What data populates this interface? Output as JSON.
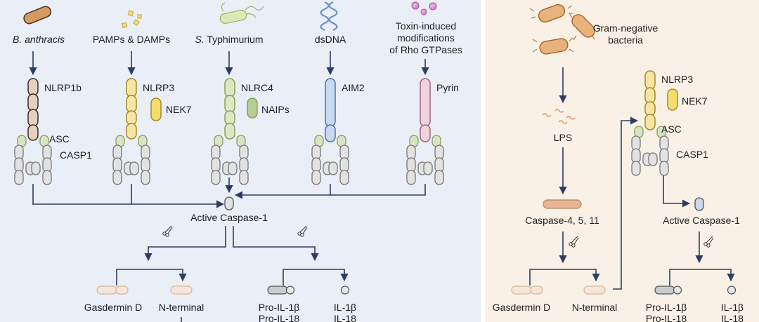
{
  "canonical": {
    "triggers": [
      {
        "label_italic": "B. anthracis",
        "label_rest": ""
      },
      {
        "label_italic": "",
        "label_rest": "PAMPs & DAMPs"
      },
      {
        "label_italic": "S.",
        "label_rest": " Typhimurium"
      },
      {
        "label_italic": "",
        "label_rest": "dsDNA"
      },
      {
        "label_italic": "",
        "label_lines": [
          "Toxin-induced",
          "modifications",
          "of Rho GTPases"
        ]
      }
    ],
    "sensors": [
      "NLRP1b",
      "NLRP3",
      "NLRC4",
      "AIM2",
      "Pyrin"
    ],
    "partners": [
      "NEK7",
      "NAIPs"
    ],
    "adaptor": "ASC",
    "effector": "CASP1",
    "active_caspase": "Active Caspase-1",
    "substrates": {
      "gasdermin": "Gasdermin D",
      "n_terminal": "N-terminal",
      "pro_il1b": "Pro-IL-1β",
      "pro_il18": "Pro-IL-18",
      "il1b": "IL-1β",
      "il18": "IL-18"
    }
  },
  "noncanonical": {
    "trigger": [
      "Gram-negative",
      "bacteria"
    ],
    "lps": "LPS",
    "caspase": "Caspase-4, 5, 11",
    "sensor": "NLRP3",
    "partner": "NEK7",
    "adaptor": "ASC",
    "effector": "CASP1",
    "active_caspase": "Active Caspase-1",
    "gasdermin": "Gasdermin D",
    "n_terminal": "N-terminal",
    "pro_il1b": "Pro-IL-1β",
    "pro_il18": "Pro-IL-18",
    "il1b": "IL-1β",
    "il18": "IL-18"
  },
  "colors": {
    "left_panel": "#e9eef7",
    "right_panel": "#faf1e6",
    "arrow": "#2c3d66",
    "nlrp1b": "#e6cfbd",
    "nlrp3": "#f6e5a3",
    "nlrc4": "#dde8c4",
    "aim2": "#c9d9ee",
    "pyrin": "#eed3dc",
    "casp": "#e2e2e2",
    "asc": "#d8e3c6",
    "bacteria": "#e9b27a"
  }
}
